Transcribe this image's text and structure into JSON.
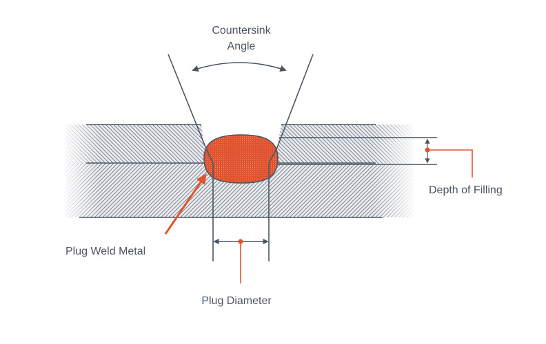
{
  "diagram": {
    "title": "Plug Weld Cross-Section",
    "labels": {
      "countersink_line1": "Countersink",
      "countersink_line2": "Angle",
      "depth_of_filling": "Depth of Filling",
      "plug_weld_metal": "Plug Weld Metal",
      "plug_diameter": "Plug Diameter"
    },
    "colors": {
      "line": "#4a5663",
      "accent": "#e0532f",
      "hatch": "#6b7480",
      "text": "#4a5663"
    }
  }
}
